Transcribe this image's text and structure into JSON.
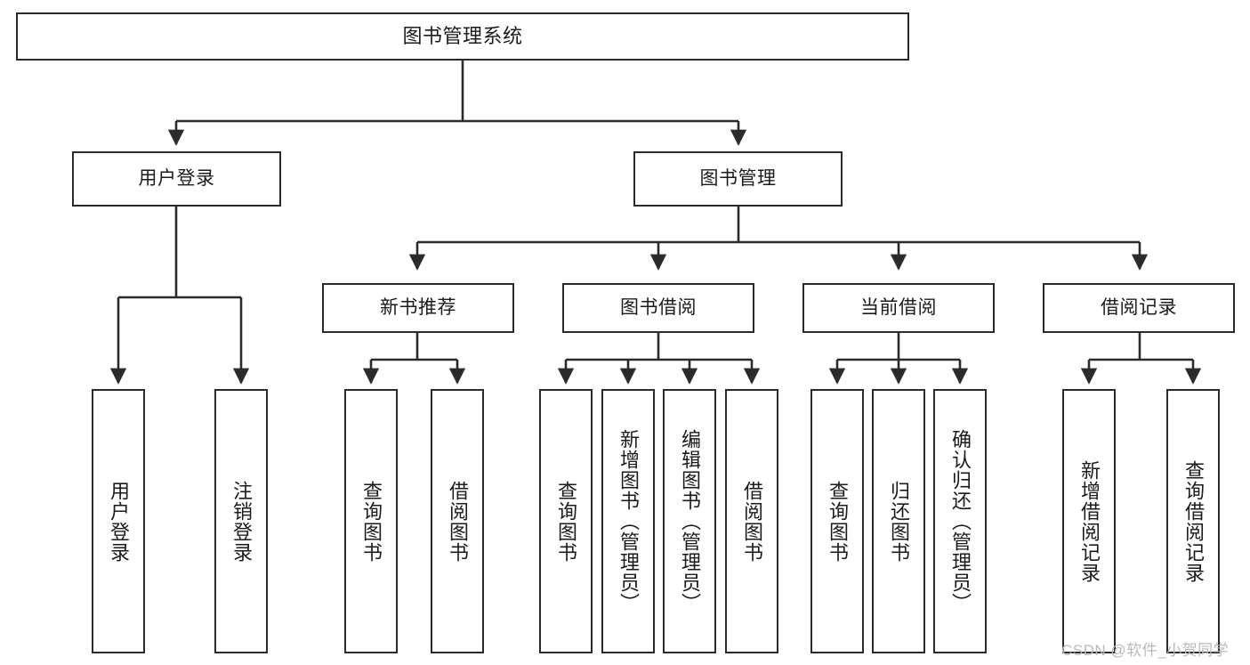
{
  "diagram": {
    "title": "图书管理系统",
    "type": "hierarchy-tree",
    "root": {
      "label": "图书管理系统"
    },
    "level2": [
      {
        "label": "用户登录"
      },
      {
        "label": "图书管理"
      }
    ],
    "level3": [
      {
        "label": "新书推荐"
      },
      {
        "label": "图书借阅"
      },
      {
        "label": "当前借阅"
      },
      {
        "label": "借阅记录"
      }
    ],
    "leaves": {
      "user_login": [
        {
          "label": "用户登录"
        },
        {
          "label": "注销登录"
        }
      ],
      "new_book_recommend": [
        {
          "label": "查询图书"
        },
        {
          "label": "借阅图书"
        }
      ],
      "book_borrow": [
        {
          "label": "查询图书"
        },
        {
          "label": "新增图书（管理员）"
        },
        {
          "label": "编辑图书（管理员）"
        },
        {
          "label": "借阅图书"
        }
      ],
      "current_borrow": [
        {
          "label": "查询图书"
        },
        {
          "label": "归还图书"
        },
        {
          "label": "确认归还（管理员）"
        }
      ],
      "borrow_record": [
        {
          "label": "新增借阅记录"
        },
        {
          "label": "查询借阅记录"
        }
      ]
    }
  },
  "watermark": {
    "text": "CSDN @软件_小贺同学"
  },
  "colors": {
    "stroke": "#2b2b2b",
    "background": "#ffffff",
    "text": "#1b1b1b",
    "watermark": "#b9b9b9"
  }
}
